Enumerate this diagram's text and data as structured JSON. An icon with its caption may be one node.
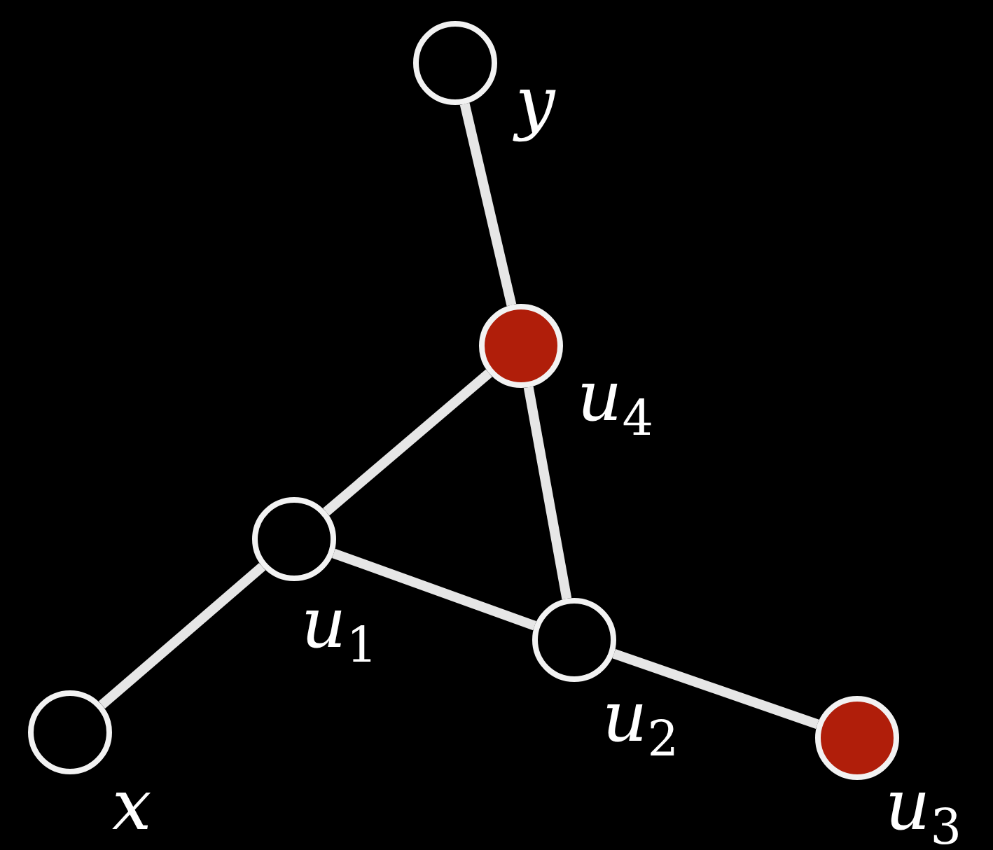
{
  "diagram": {
    "nodes": [
      {
        "text": [],
        "shape": "circle",
        "beside": [
          "*y*"
        ]
      },
      {
        "text": [],
        "shape": "circle",
        "beside": [
          "*u*$_{4}$"
        ]
      },
      {
        "text": [],
        "shape": "circle",
        "beside": [
          "*u*$_{1}$"
        ]
      },
      {
        "text": [],
        "shape": "circle",
        "beside": [
          "*u*$_{2}$"
        ]
      },
      {
        "text": [],
        "shape": "circle",
        "beside": [
          "*u*$_{3}$"
        ]
      },
      {
        "text": [],
        "shape": "circle",
        "beside": [
          "*x*"
        ]
      }
    ],
    "edges": [
      {
        "from": 0,
        "to": 1,
        "arrow": "none"
      },
      {
        "from": 1,
        "to": 2,
        "arrow": "none"
      },
      {
        "from": 1,
        "to": 3,
        "arrow": "none"
      },
      {
        "from": 2,
        "to": 3,
        "arrow": "none"
      },
      {
        "from": 2,
        "to": 5,
        "arrow": "none"
      },
      {
        "from": 3,
        "to": 4,
        "arrow": "none"
      }
    ]
  }
}
